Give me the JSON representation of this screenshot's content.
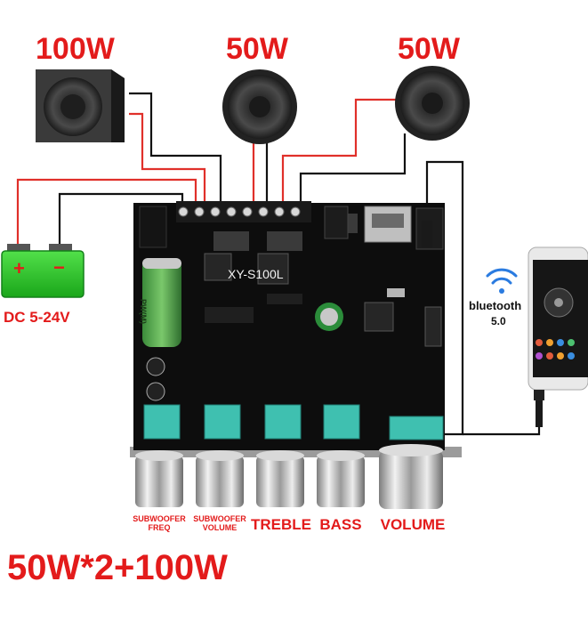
{
  "speakers": {
    "subwoofer_power": "100W",
    "left_power": "50W",
    "right_power": "50W"
  },
  "battery": {
    "plus": "+",
    "minus": "−",
    "voltage": "DC 5-24V"
  },
  "board": {
    "model": "XY-S100L",
    "capacitor_text": "PW(M)"
  },
  "phone": {
    "bluetooth_label": "bluetooth",
    "bluetooth_version": "5.0"
  },
  "knobs": [
    {
      "label": "SUBWOOFER\nFREQ"
    },
    {
      "label": "SUBWOOFER\nVOLUME"
    },
    {
      "label": "TREBLE"
    },
    {
      "label": "BASS"
    },
    {
      "label": "VOLUME"
    }
  ],
  "spec": "50W*2+100W",
  "colors": {
    "title_red": "#e31b1b",
    "wire_red": "#e0302a",
    "wire_black": "#111111",
    "battery_green": "#22c81e",
    "knob_teal": "#3fc0b0"
  }
}
